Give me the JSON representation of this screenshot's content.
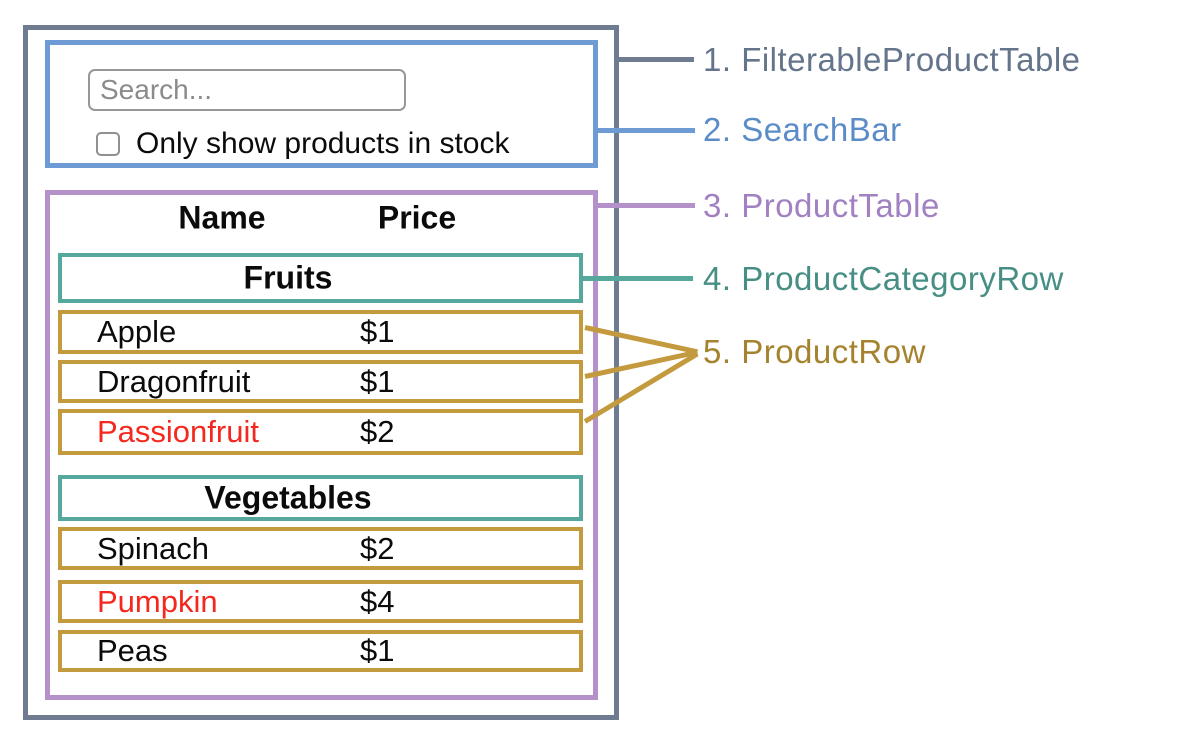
{
  "colors": {
    "filterable_product_table": "#6e7b90",
    "search_bar": "#6f9bd4",
    "product_table": "#b591c9",
    "product_category_row": "#57a89c",
    "product_row": "#c49a3e",
    "out_of_stock_text": "#f4281e",
    "legend_1_text": "#64748b",
    "legend_2_text": "#5c8cc7",
    "legend_3_text": "#a281c2",
    "legend_4_text": "#478f84",
    "legend_5_text": "#a5832e"
  },
  "search_bar": {
    "placeholder": "Search...",
    "checkbox_checked": false,
    "checkbox_label": "Only show products in stock"
  },
  "product_table": {
    "headers": [
      "Name",
      "Price"
    ],
    "sections": [
      {
        "category": "Fruits",
        "rows": [
          {
            "name": "Apple",
            "price": "$1"
          },
          {
            "name": "Dragonfruit",
            "price": "$1"
          },
          {
            "name": "Passionfruit",
            "price": "$2",
            "name_color": "#f4281e"
          }
        ]
      },
      {
        "category": "Vegetables",
        "rows": [
          {
            "name": "Spinach",
            "price": "$2"
          },
          {
            "name": "Pumpkin",
            "price": "$4",
            "name_color": "#f4281e"
          },
          {
            "name": "Peas",
            "price": "$1"
          }
        ]
      }
    ]
  },
  "legend": [
    {
      "label": "1. FilterableProductTable"
    },
    {
      "label": "2. SearchBar"
    },
    {
      "label": "3. ProductTable"
    },
    {
      "label": "4. ProductCategoryRow"
    },
    {
      "label": "5. ProductRow"
    }
  ]
}
